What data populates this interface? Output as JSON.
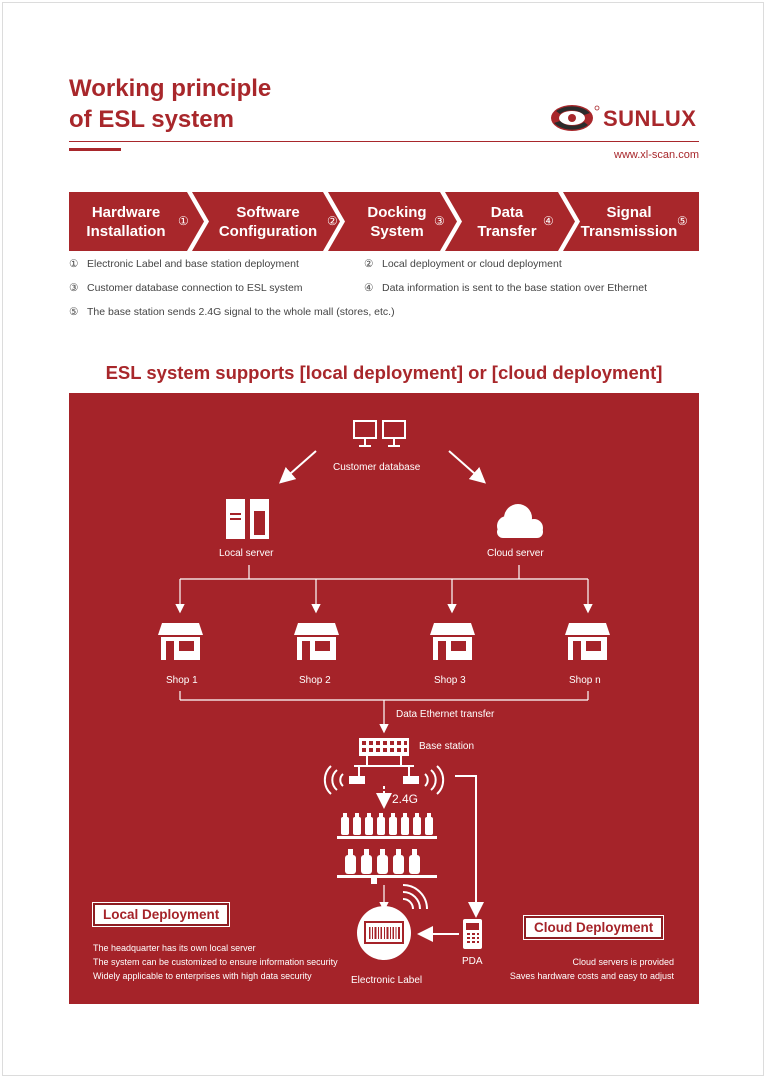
{
  "header": {
    "title_line1": "Working principle",
    "title_line2": "of ESL system",
    "brand": "SUNLUX",
    "website": "www.xl-scan.com"
  },
  "colors": {
    "brand_red": "#a8272b",
    "panel_red": "#a52329"
  },
  "steps": [
    {
      "label": "Hardware\nInstallation",
      "num": "①"
    },
    {
      "label": "Software\nConfiguration",
      "num": "②"
    },
    {
      "label": "Docking\nSystem",
      "num": "③"
    },
    {
      "label": "Data\nTransfer",
      "num": "④"
    },
    {
      "label": "Signal\nTransmission",
      "num": "⑤"
    }
  ],
  "notes": [
    {
      "num": "①",
      "text": "Electronic Label and base station deployment"
    },
    {
      "num": "②",
      "text": "Local deployment or cloud deployment"
    },
    {
      "num": "③",
      "text": "Customer database connection to ESL system"
    },
    {
      "num": "④",
      "text": "Data information is sent to the base station over Ethernet"
    },
    {
      "num": "⑤",
      "text": "The base station sends 2.4G signal to the whole mall (stores, etc.)"
    }
  ],
  "subtitle": "ESL system supports [local deployment] or [cloud deployment]",
  "diagram": {
    "customer_database": "Customer database",
    "local_server": "Local server",
    "cloud_server": "Cloud server",
    "shops": [
      "Shop 1",
      "Shop 2",
      "Shop 3",
      "Shop n"
    ],
    "ethernet": "Data Ethernet transfer",
    "base_station": "Base station",
    "frequency": "2.4G",
    "electronic_label": "Electronic Label",
    "pda": "PDA",
    "icons": [
      "monitors-icon",
      "server-icon",
      "cloud-icon",
      "shop-icon",
      "base-station-icon",
      "wifi-icon",
      "shelf-icon",
      "electronic-label-icon",
      "pda-icon"
    ]
  },
  "local": {
    "title": "Local Deployment",
    "lines": [
      "The headquarter has its own local server",
      "The system can be customized to ensure information security",
      "Widely applicable to enterprises with high data security"
    ]
  },
  "cloud": {
    "title": "Cloud Deployment",
    "lines": [
      "Cloud servers is provided",
      "Saves hardware costs and easy to adjust"
    ]
  }
}
